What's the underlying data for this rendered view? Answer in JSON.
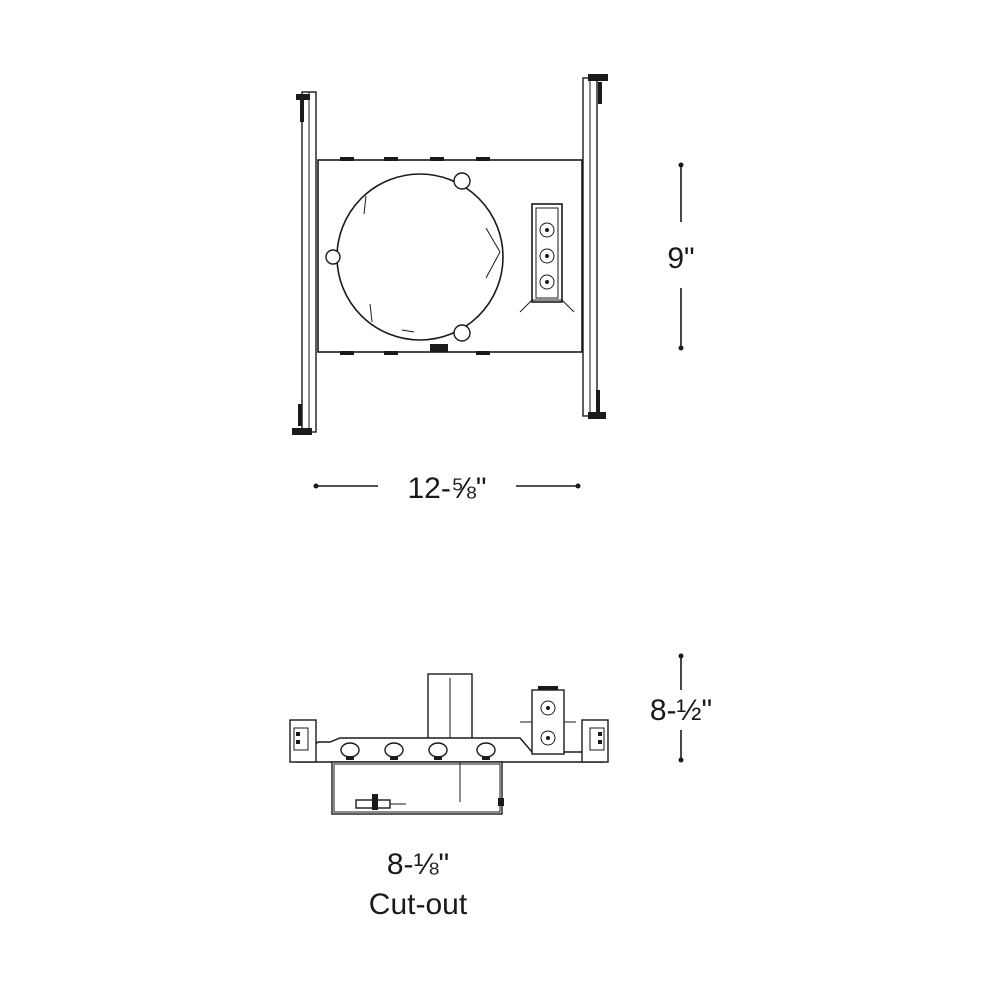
{
  "top_view": {
    "width_label": "12-⅝\"",
    "height_label": "9\""
  },
  "side_view": {
    "height_label": "8-½\"",
    "cutout_size_label": "8-⅛\"",
    "cutout_caption": "Cut-out"
  }
}
